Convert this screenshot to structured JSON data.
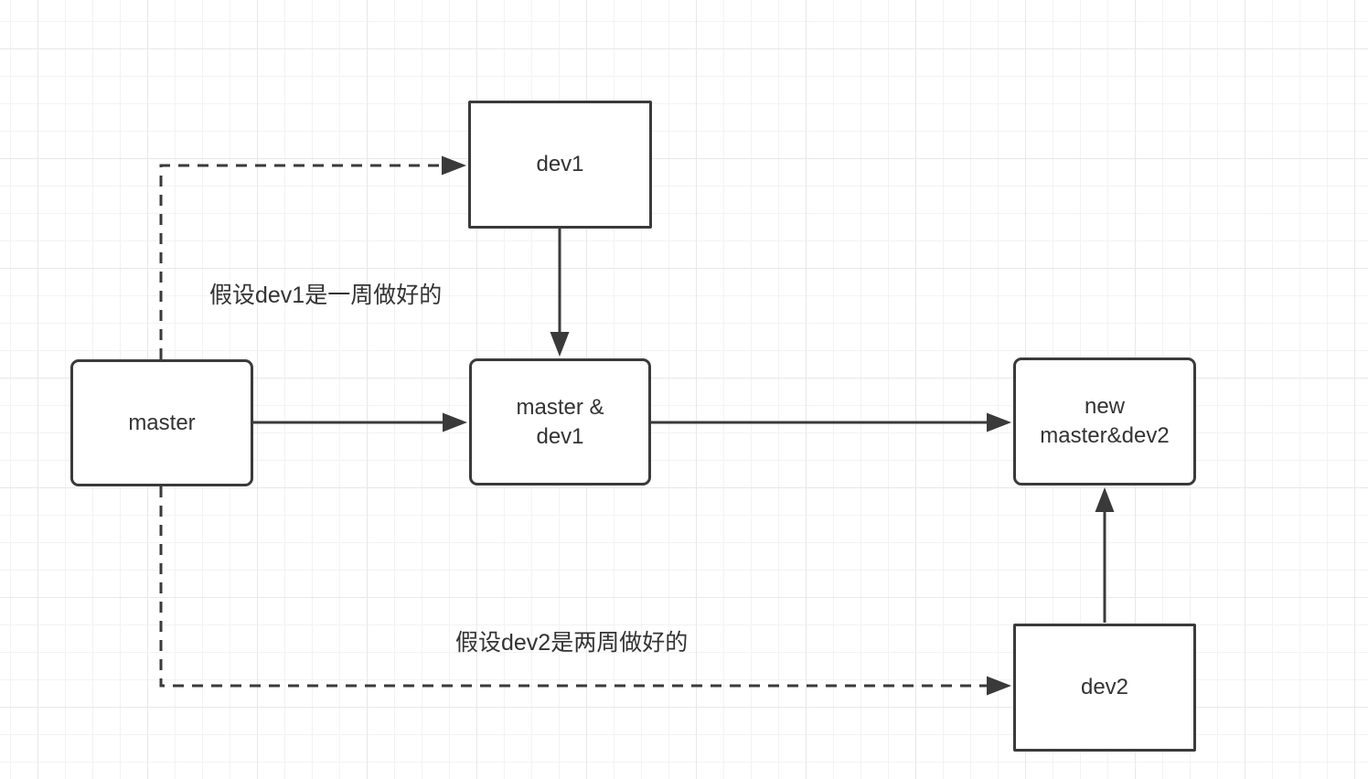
{
  "canvas": {
    "background_color": "#ffffff",
    "grid_minor_color": "#f3f3f5",
    "grid_major_color": "#e8e8eb",
    "stroke_color": "#3a3a3a",
    "text_color": "#333333"
  },
  "nodes": [
    {
      "id": "dev1",
      "label": "dev1",
      "shape": "rectangle"
    },
    {
      "id": "master",
      "label": "master",
      "shape": "rounded-rectangle"
    },
    {
      "id": "master-dev1",
      "label": "master &\ndev1",
      "shape": "rounded-rectangle"
    },
    {
      "id": "new-master-dev2",
      "label": "new\nmaster&dev2",
      "shape": "rounded-rectangle"
    },
    {
      "id": "dev2",
      "label": "dev2",
      "shape": "rectangle"
    }
  ],
  "annotations": [
    {
      "id": "dev1-note",
      "text": "假设dev1是一周做好的"
    },
    {
      "id": "dev2-note",
      "text": "假设dev2是两周做好的"
    }
  ],
  "edges": [
    {
      "from": "master",
      "to": "dev1",
      "style": "dashed"
    },
    {
      "from": "dev1",
      "to": "master-dev1",
      "style": "solid"
    },
    {
      "from": "master",
      "to": "master-dev1",
      "style": "solid"
    },
    {
      "from": "master-dev1",
      "to": "new-master-dev2",
      "style": "solid"
    },
    {
      "from": "dev2",
      "to": "new-master-dev2",
      "style": "solid"
    },
    {
      "from": "master",
      "to": "dev2",
      "style": "dashed"
    }
  ]
}
